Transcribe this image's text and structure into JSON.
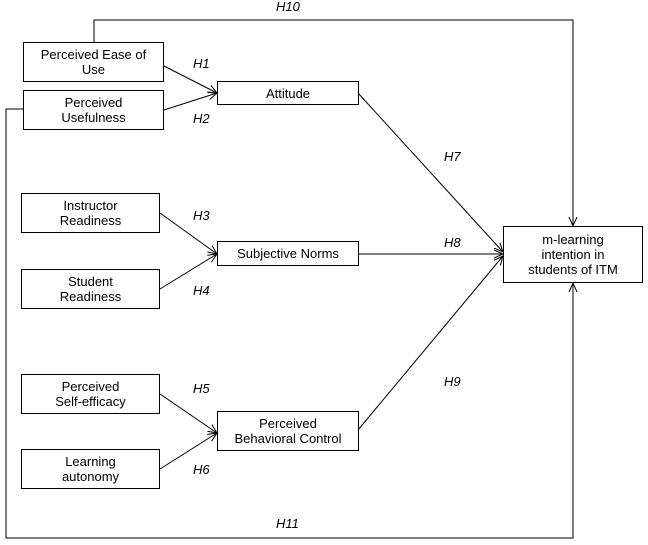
{
  "nodes": {
    "peou": {
      "lines": [
        "Perceived Ease of",
        "Use"
      ]
    },
    "pu": {
      "lines": [
        "Perceived",
        "Usefulness"
      ]
    },
    "att": {
      "lines": [
        "Attitude"
      ]
    },
    "ir": {
      "lines": [
        "Instructor",
        "Readiness"
      ]
    },
    "sr": {
      "lines": [
        "Student",
        "Readiness"
      ]
    },
    "sn": {
      "lines": [
        "Subjective Norms"
      ]
    },
    "pse": {
      "lines": [
        "Perceived",
        "Self-efficacy"
      ]
    },
    "la": {
      "lines": [
        "Learning",
        "autonomy"
      ]
    },
    "pbc": {
      "lines": [
        "Perceived",
        "Behavioral Control"
      ]
    },
    "mli": {
      "lines": [
        "m-learning",
        "intention in",
        "students of ITM"
      ]
    }
  },
  "hypotheses": {
    "h1": "H1",
    "h2": "H2",
    "h3": "H3",
    "h4": "H4",
    "h5": "H5",
    "h6": "H6",
    "h7": "H7",
    "h8": "H8",
    "h9": "H9",
    "h10": "H10",
    "h11": "H11"
  },
  "edges": [
    {
      "from": "peou",
      "to": "att",
      "label": "h1"
    },
    {
      "from": "pu",
      "to": "att",
      "label": "h2"
    },
    {
      "from": "ir",
      "to": "sn",
      "label": "h3"
    },
    {
      "from": "sr",
      "to": "sn",
      "label": "h4"
    },
    {
      "from": "pse",
      "to": "pbc",
      "label": "h5"
    },
    {
      "from": "la",
      "to": "pbc",
      "label": "h6"
    },
    {
      "from": "att",
      "to": "mli",
      "label": "h7"
    },
    {
      "from": "sn",
      "to": "mli",
      "label": "h8"
    },
    {
      "from": "pbc",
      "to": "mli",
      "label": "h9"
    },
    {
      "from": "peou",
      "to": "mli",
      "label": "h10"
    },
    {
      "from": "pu",
      "to": "mli",
      "label": "h11"
    }
  ]
}
